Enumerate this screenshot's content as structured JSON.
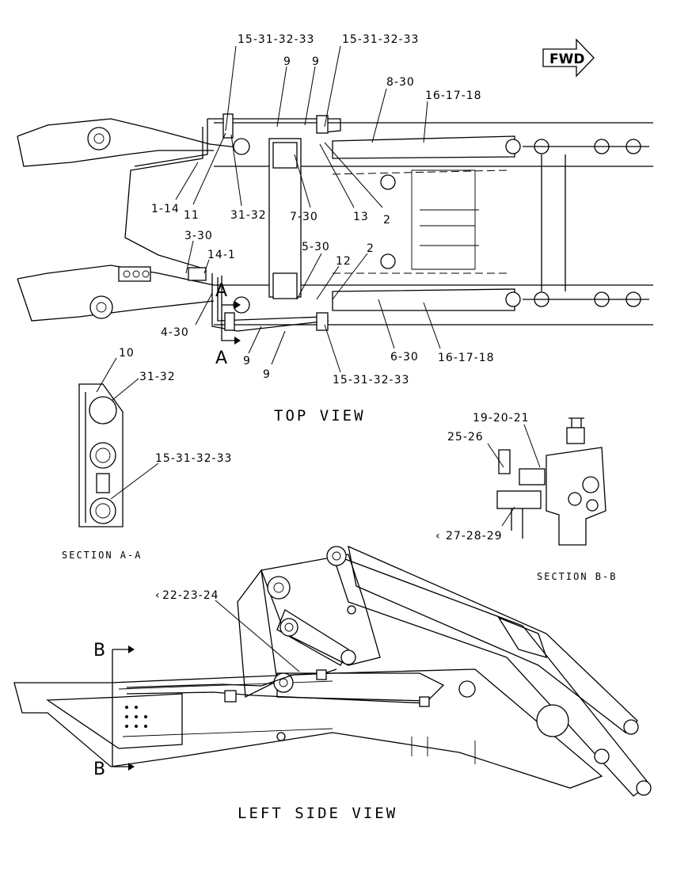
{
  "fwd_label": "FWD",
  "views": {
    "top": "TOP VIEW",
    "left_side": "LEFT SIDE VIEW",
    "section_aa": "SECTION A-A",
    "section_bb": "SECTION B-B"
  },
  "markers": {
    "a_top": "A",
    "a_bottom": "A",
    "b_top": "B",
    "b_bottom": "B"
  },
  "callouts_top": [
    "15-31-32-33",
    "15-31-32-33",
    "9",
    "9",
    "8-30",
    "16-17-18",
    "1-14",
    "11",
    "31-32",
    "7-30",
    "13",
    "2",
    "3-30",
    "14-1",
    "5-30",
    "12",
    "2",
    "4-30",
    "9",
    "9",
    "15-31-32-33",
    "6-30",
    "16-17-18"
  ],
  "callouts_section_aa": [
    "10",
    "31-32",
    "15-31-32-33"
  ],
  "callouts_section_bb": [
    "19-20-21",
    "25-26",
    "27-28-29"
  ],
  "callouts_side": [
    "22-23-24"
  ],
  "truncation_marks": [
    "‹",
    "‹"
  ]
}
